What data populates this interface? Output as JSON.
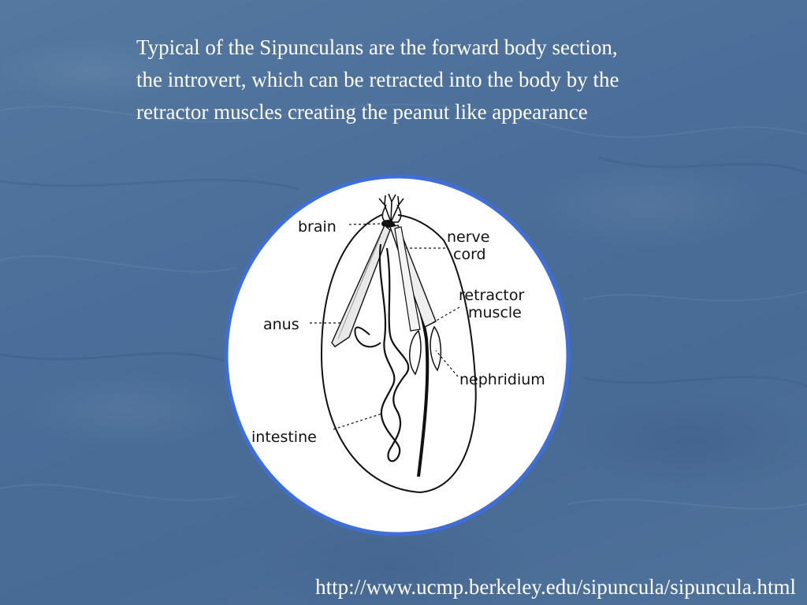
{
  "slide": {
    "caption_lines": [
      "Typical of the Sipunculans are the forward body section,",
      "the introvert, which can be retracted into the body by the",
      "retractor muscles creating the peanut like appearance"
    ],
    "source_url": "http://www.ucmp.berkeley.edu/sipuncula/sipuncula.html"
  },
  "diagram": {
    "labels": {
      "brain": "brain",
      "nerve": "nerve",
      "cord": "cord",
      "retractor": "retractor",
      "muscle": "muscle",
      "anus": "anus",
      "nephridium": "nephridium",
      "intestine": "intestine"
    }
  },
  "colors": {
    "background": "#4b6f9b",
    "disc_border": "#3f6fd6",
    "disc_fill": "#ffffff",
    "text": "#ffffff"
  }
}
